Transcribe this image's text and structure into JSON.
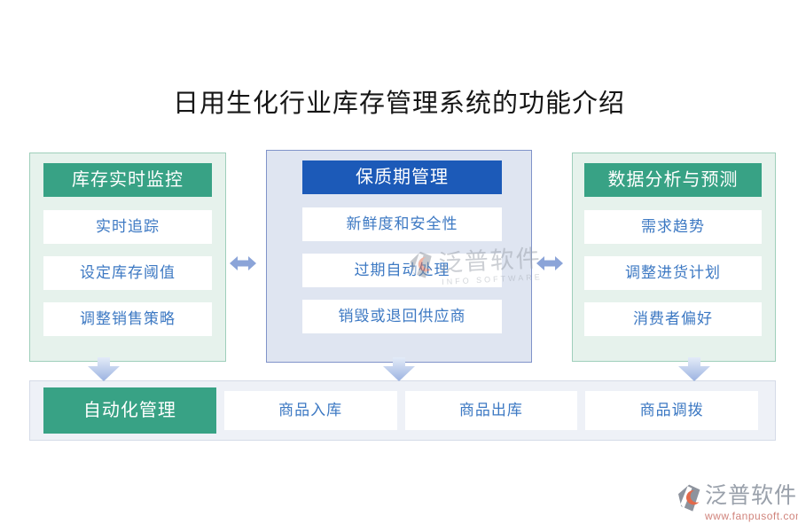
{
  "title": "日用生化行业库存管理系统的功能介绍",
  "panels": [
    {
      "header": "库存实时监控",
      "items": [
        "实时追踪",
        "设定库存阈值",
        "调整销售策略"
      ]
    },
    {
      "header": "保质期管理",
      "items": [
        "新鲜度和安全性",
        "过期自动处理",
        "销毁或退回供应商"
      ]
    },
    {
      "header": "数据分析与预测",
      "items": [
        "需求趋势",
        "调整进货计划",
        "消费者偏好"
      ]
    }
  ],
  "bottom": {
    "primary": "自动化管理",
    "items": [
      "商品入库",
      "商品出库",
      "商品调拨"
    ]
  },
  "watermark_center": {
    "brand": "泛普软件",
    "subtitle": "INFO SOFTWARE"
  },
  "watermark_footer": {
    "brand": "泛普软件",
    "url": "www.fanpusoft.com"
  },
  "colors": {
    "green_accent": "#38A285",
    "blue_accent": "#1C5AB8",
    "item_text_blue": "#3D79C3",
    "green_panel_bg": "#E6F2EC",
    "green_panel_border": "#9FCFBB",
    "blue_panel_bg": "#DFE5F1",
    "blue_panel_border": "#8093C9",
    "double_arrow": "#8BA4D8",
    "bottom_bar_bg": "#EEF1F7",
    "title_color": "#161616",
    "watermark_gray": "#9AA1AB",
    "watermark_url": "#D0837B",
    "logo_orange": "#E2694A"
  }
}
